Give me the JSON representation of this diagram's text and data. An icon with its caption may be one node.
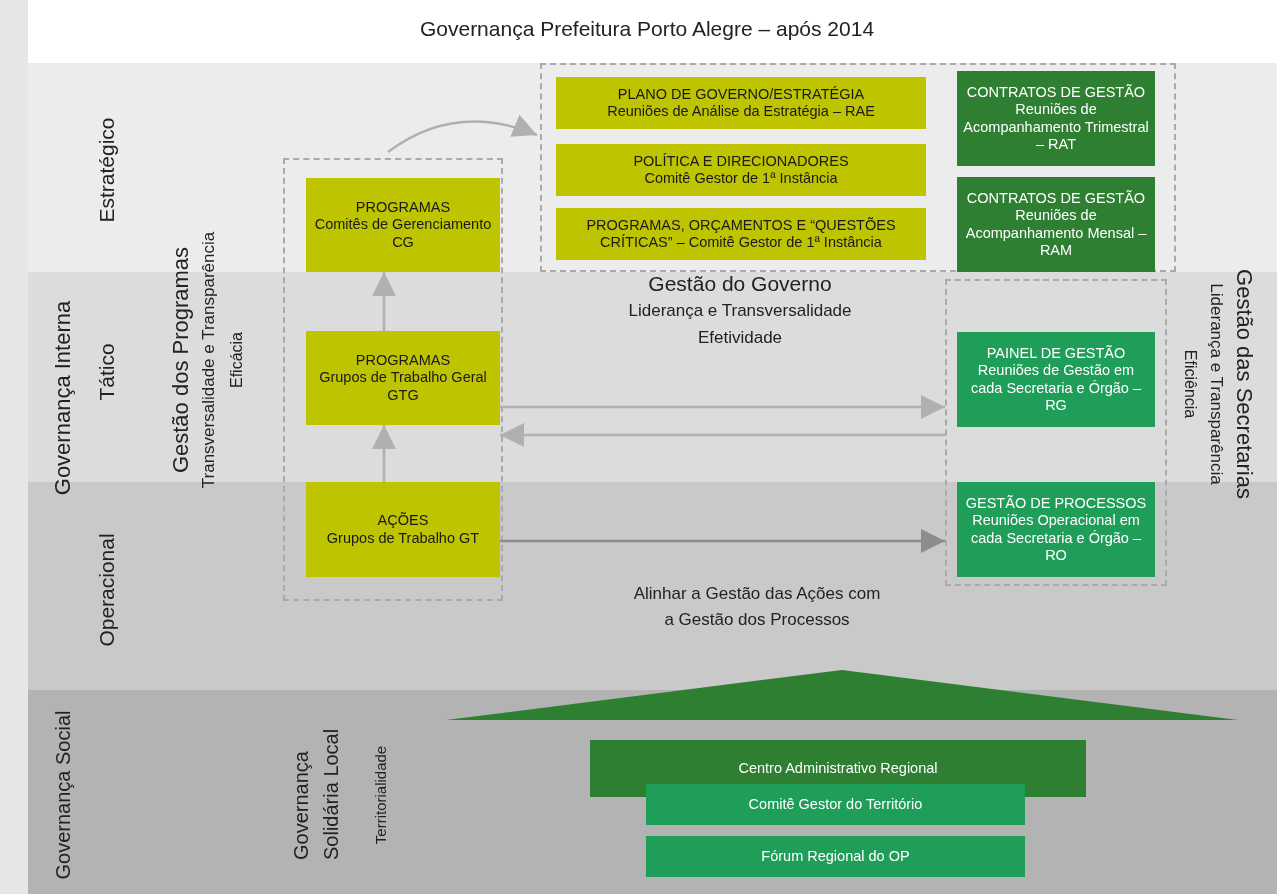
{
  "diagram": {
    "title": "Governança Prefeitura Porto Alegre – após 2014",
    "nodes": [
      {
        "text": [],
        "shape": "box"
      },
      {
        "text": [
          "PROGRAMAS",
          "Comitês de Gerenciamento CG"
        ],
        "in": 0
      },
      {
        "text": [
          "PROGRAMAS",
          "Grupos de Trabalho Geral GTG"
        ],
        "in": 0
      },
      {
        "text": [
          "AÇÕES",
          "Grupos de Trabalho GT"
        ],
        "in": 0
      },
      {
        "text": [],
        "shape": "box"
      },
      {
        "text": [
          "PLANO DE GOVERNO/ESTRATÉGIA",
          "Reuniões de Análise da Estratégia – RAE"
        ],
        "in": 4
      },
      {
        "text": [
          "POLÍTICA E DIRECIONADORES",
          "Comitê Gestor de 1ª Instância"
        ],
        "in": 4
      },
      {
        "text": [
          "PROGRAMAS, ORÇAMENTOS E “QUESTÕES CRÍTICAS” – Comitê Gestor de 1ª Instância"
        ],
        "in": 4
      },
      {
        "text": [
          "CONTRATOS DE GESTÃO",
          "Reuniões de Acompanhamento Trimestral – RAT"
        ],
        "in": 4
      },
      {
        "text": [
          "CONTRATOS DE GESTÃO",
          "Reuniões de Acompanhamento Mensal – RAM"
        ],
        "in": 4
      },
      {
        "text": [],
        "shape": "box"
      },
      {
        "text": [
          "PAINEL DE GESTÃO",
          "Reuniões de Gestão em cada Secretaria e Órgão – RG"
        ],
        "in": 10
      },
      {
        "text": [
          "GESTÃO DE PROCESSOS",
          "Reuniões Operacional em cada Secretaria e Órgão – RO"
        ],
        "in": 10
      },
      {
        "text": [],
        "shape": "triangle"
      },
      {
        "text": [
          "Centro Administrativo Regional"
        ]
      },
      {
        "text": [
          "Comitê Gestor do Território"
        ]
      },
      {
        "text": [
          "Fórum Regional do OP"
        ]
      }
    ],
    "edges": [
      {
        "from": 0,
        "to": 4,
        "arrow": "to"
      },
      {
        "from": 2,
        "to": 10,
        "arrow": "to"
      },
      {
        "from": 10,
        "to": 2,
        "arrow": "to"
      },
      {
        "from": 3,
        "to": 10,
        "arrow": "to",
        "color": "#8c8c8c"
      },
      {
        "from": 3,
        "to": 2,
        "arrow": "to"
      },
      {
        "from": 2,
        "to": 1,
        "arrow": "to"
      }
    ],
    "labels": [
      "Estratégico",
      "Governança Interna",
      "Tático",
      "Operacional",
      "Gestão dos Programas",
      "Transversalidade e Transparência",
      "Eficácia",
      "Gestão do Governo",
      "Liderança e Transversalidade",
      "Efetividade",
      "Eficiência",
      "Liderança e Transparência",
      "Gestão das Secretarias",
      "Alinhar a Gestão das Ações com a Gestão dos Processos",
      "Governança Social",
      "Governança Solidária Local",
      "Territorialidade"
    ]
  }
}
